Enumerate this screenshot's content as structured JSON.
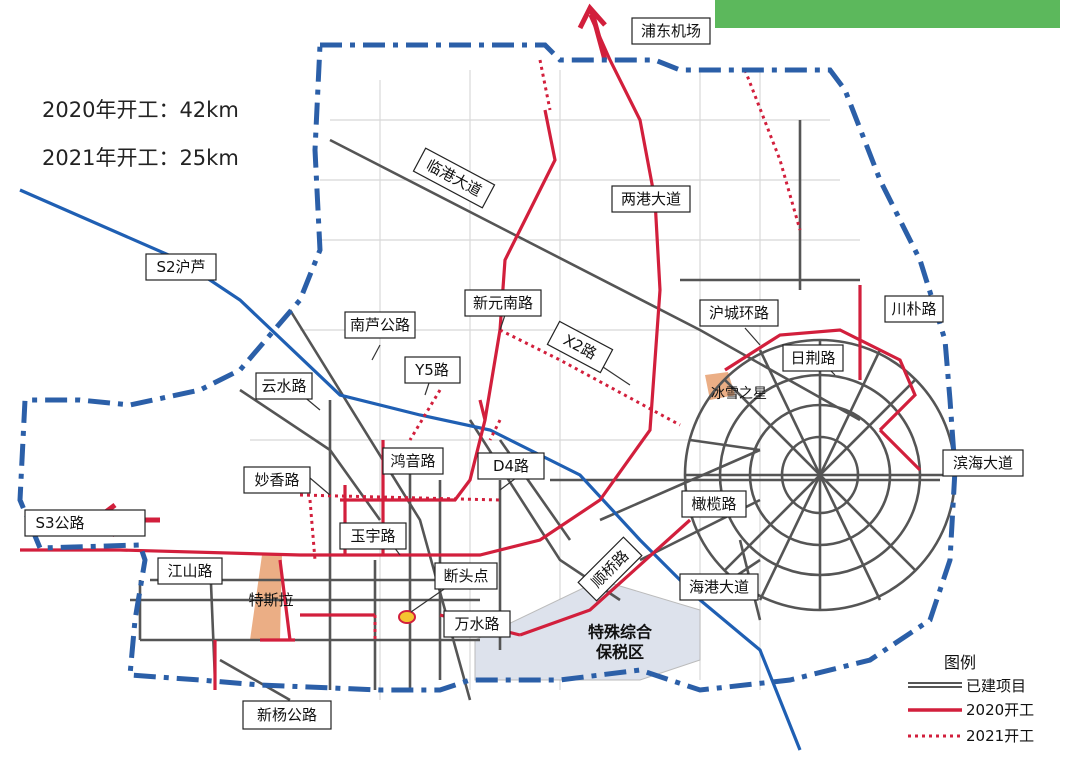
{
  "stats": {
    "line1": "2020年开工：42km",
    "line2": "2021年开工：25km"
  },
  "colors": {
    "built": "#555555",
    "road_2020": "#d21f3c",
    "road_2021": "#d21f3c",
    "highway": "#1f5fb3",
    "boundary": "#2b5fa8",
    "title_bar": "#5cb85c",
    "highlight": "#e8a070",
    "bonded": "#d9dde8"
  },
  "labels": {
    "pudong_airport": "浦东机场",
    "lingang_avenue": "临港大道",
    "lianggang_avenue": "两港大道",
    "s2": "S2沪芦",
    "xinyuan_south": "新元南路",
    "nanlu_road": "南芦公路",
    "x2": "X2路",
    "y5": "Y5路",
    "yunshui": "云水路",
    "huncheng_ring": "沪城环路",
    "chuanpu": "川朴路",
    "ripan": "日荆路",
    "binghai": "滨海大道",
    "bingxue_star": "冰雪之星",
    "hongyin": "鸿音路",
    "d4": "D4路",
    "miaoxiang": "妙香路",
    "s3": "S3公路",
    "yuyu": "玉宇路",
    "ganlan": "橄榄路",
    "shunjin": "顺桥路",
    "haigang": "海港大道",
    "jiangshan": "江山路",
    "tesla": "特斯拉",
    "duantou": "断头点",
    "wanshui": "万水路",
    "bonded_zone_line1": "特殊综合",
    "bonded_zone_line2": "保税区",
    "xinyang": "新杨公路"
  },
  "legend": {
    "title": "图例",
    "built": "已建项目",
    "y2020": "2020开工",
    "y2021": "2021开工"
  }
}
